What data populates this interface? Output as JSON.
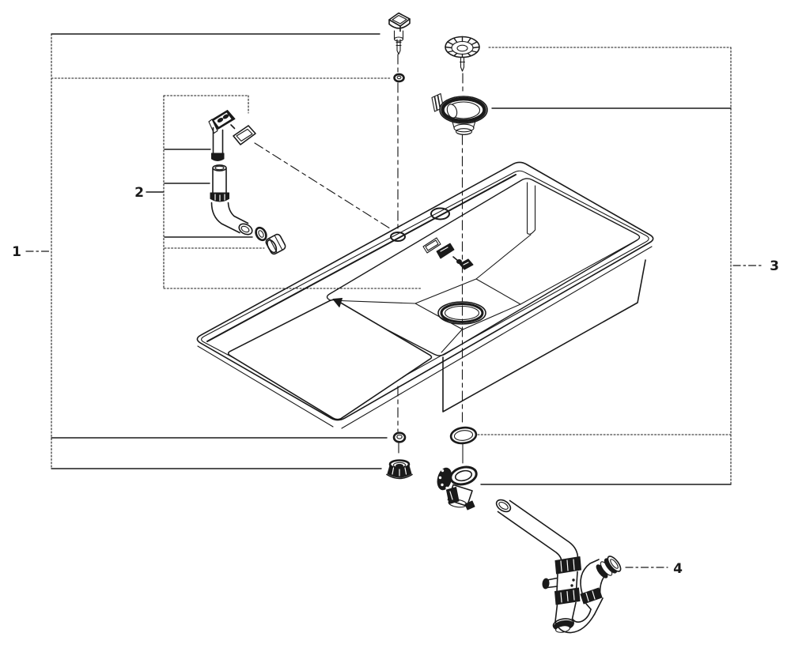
{
  "diagram": {
    "kind": "exploded-parts-diagram",
    "subject": "kitchen-sink-drain-assembly",
    "colors": {
      "ink": "#1a1a1a",
      "paper": "#ffffff"
    },
    "callouts": {
      "n1": "1",
      "n2": "2",
      "n3": "3",
      "n4": "4"
    },
    "parts": [
      "pop-up-knob",
      "o-ring-small",
      "strainer-basket",
      "drain-flange",
      "overflow-cover",
      "overflow-gasket",
      "overflow-pipe",
      "overflow-elbow",
      "overflow-o-ring",
      "overflow-nut",
      "sink-with-drainboard",
      "washer",
      "locknut",
      "o-ring-large",
      "drain-outlet-fitting",
      "siphon-trap"
    ]
  }
}
